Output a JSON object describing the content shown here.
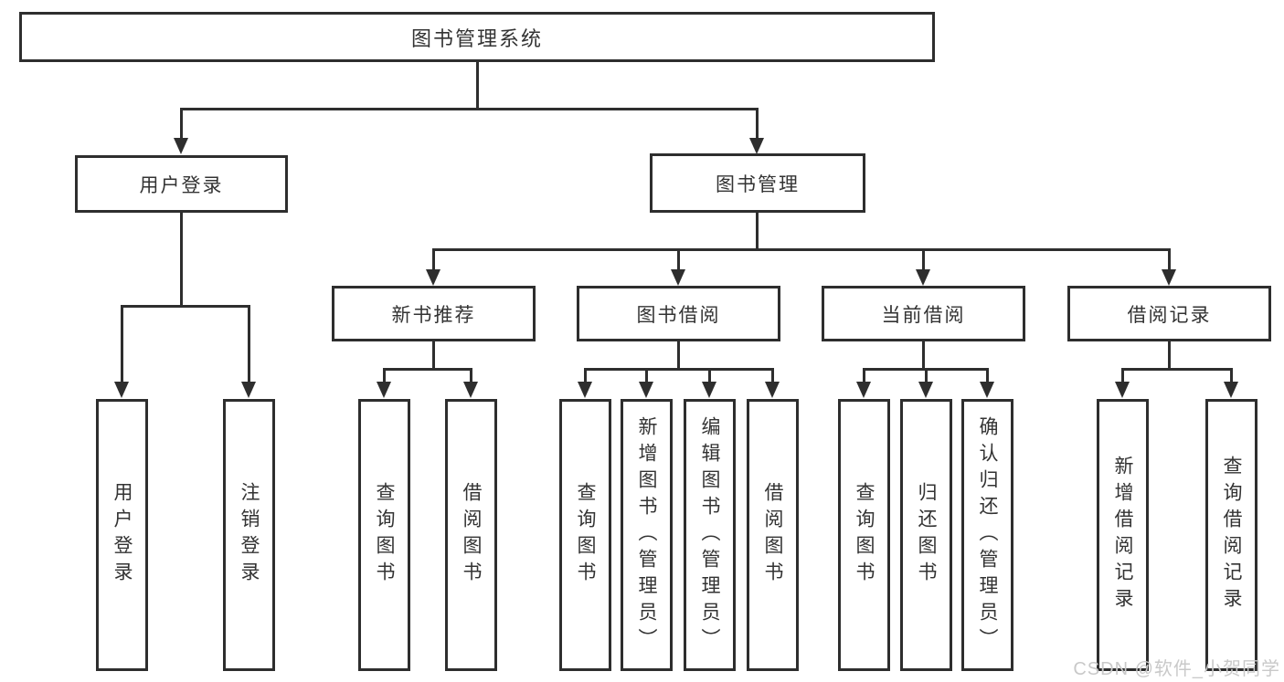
{
  "diagram": {
    "root": "图书管理系统",
    "branches": {
      "login": {
        "label": "用户登录",
        "children": [
          "用户登录",
          "注销登录"
        ]
      },
      "management": {
        "label": "图书管理",
        "groups": [
          {
            "label": "新书推荐",
            "children": [
              "查询图书",
              "借阅图书"
            ]
          },
          {
            "label": "图书借阅",
            "children": [
              "查询图书",
              "新增图书（管理员）",
              "编辑图书（管理员）",
              "借阅图书"
            ]
          },
          {
            "label": "当前借阅",
            "children": [
              "查询图书",
              "归还图书",
              "确认归还（管理员）"
            ]
          },
          {
            "label": "借阅记录",
            "children": [
              "新增借阅记录",
              "查询借阅记录"
            ]
          }
        ]
      }
    },
    "watermark": "CSDN @软件_小贺同学"
  },
  "colors": {
    "line": "#2e2e2e",
    "text": "#333333",
    "box_fill": "#ffffff",
    "watermark": "#c9c9c9",
    "background": "#ffffff"
  }
}
